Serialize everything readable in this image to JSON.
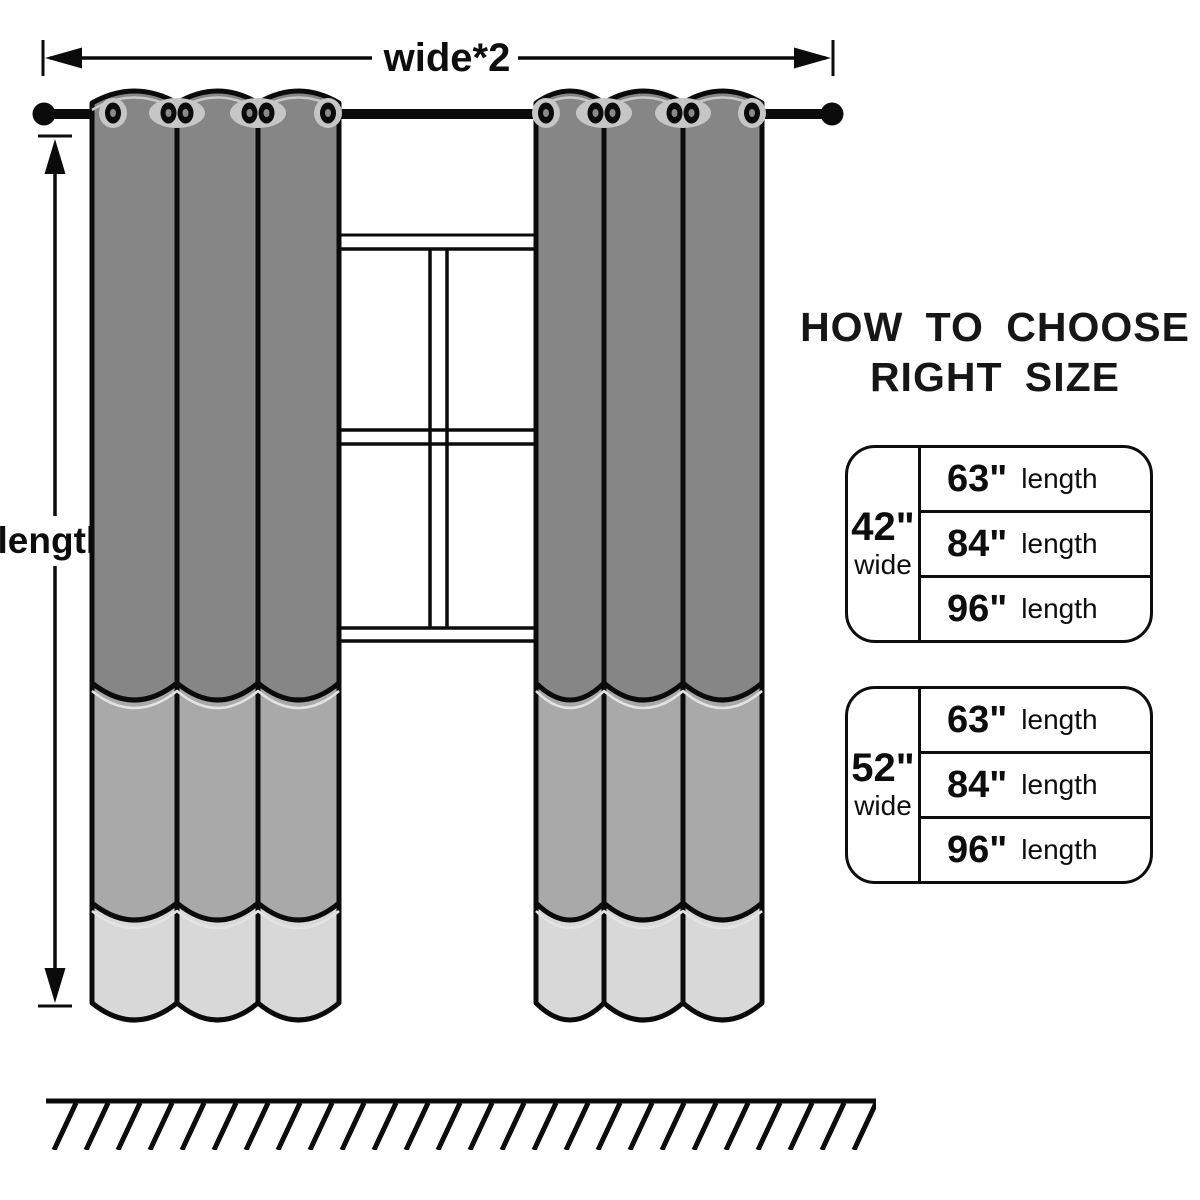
{
  "diagram": {
    "width_label": "wide*2",
    "length_label": "length"
  },
  "guide": {
    "title_line1": "HOW TO CHOOSE",
    "title_line2": "RIGHT SIZE",
    "tables": [
      {
        "width_value": "42\"",
        "width_unit": "wide",
        "rows": [
          {
            "value": "63\"",
            "unit": "length"
          },
          {
            "value": "84\"",
            "unit": "length"
          },
          {
            "value": "96\"",
            "unit": "length"
          }
        ]
      },
      {
        "width_value": "52\"",
        "width_unit": "wide",
        "rows": [
          {
            "value": "63\"",
            "unit": "length"
          },
          {
            "value": "84\"",
            "unit": "length"
          },
          {
            "value": "96\"",
            "unit": "length"
          }
        ]
      }
    ]
  },
  "colors": {
    "curtain_dark": "#868686",
    "curtain_mid": "#a9a9a9",
    "curtain_light": "#d8d8d8",
    "grommet_halo": "#c6c6c6",
    "grommet_hole": "#8a8a8a",
    "outline": "#0b0b0b",
    "highlight": "#e3e3e3",
    "top_highlight": "#c8c8c8",
    "window_fill": "#ffffff"
  }
}
